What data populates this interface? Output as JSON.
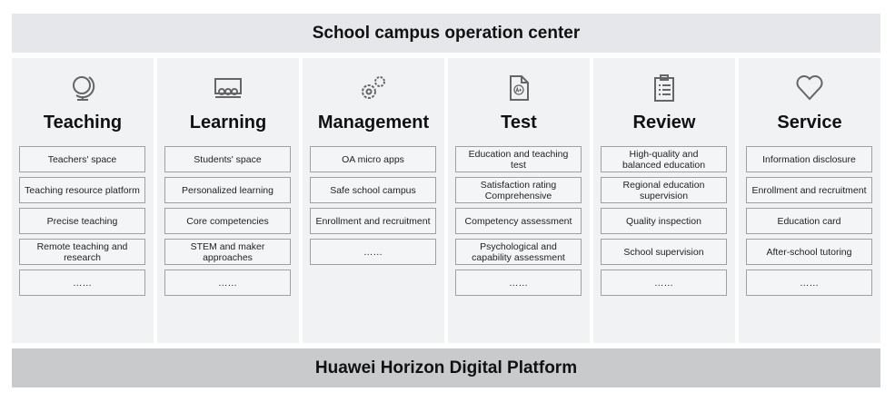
{
  "header": {
    "title": "School campus operation center"
  },
  "footer": {
    "title": "Huawei Horizon Digital Platform"
  },
  "columns": [
    {
      "title": "Teaching",
      "icon": "globe-icon",
      "items": [
        "Teachers' space",
        "Teaching resource platform",
        "Precise teaching",
        "Remote teaching and research",
        "……"
      ]
    },
    {
      "title": "Learning",
      "icon": "classroom-icon",
      "items": [
        "Students' space",
        "Personalized learning",
        "Core competencies",
        "STEM and maker approaches",
        "……"
      ]
    },
    {
      "title": "Management",
      "icon": "gears-icon",
      "items": [
        "OA micro apps",
        "Safe school campus",
        "Enrollment and recruitment",
        "……"
      ]
    },
    {
      "title": "Test",
      "icon": "test-paper-icon",
      "items": [
        "Education and teaching test",
        "Satisfaction rating Comprehensive",
        "Competency assessment",
        "Psychological and capability assessment",
        "……"
      ]
    },
    {
      "title": "Review",
      "icon": "clipboard-icon",
      "items": [
        "High-quality and balanced education",
        "Regional education supervision",
        "Quality inspection",
        "School supervision",
        "……"
      ]
    },
    {
      "title": "Service",
      "icon": "heart-icon",
      "items": [
        "Information disclosure",
        "Enrollment and recruitment",
        "Education card",
        "After-school tutoring",
        "……"
      ]
    }
  ]
}
